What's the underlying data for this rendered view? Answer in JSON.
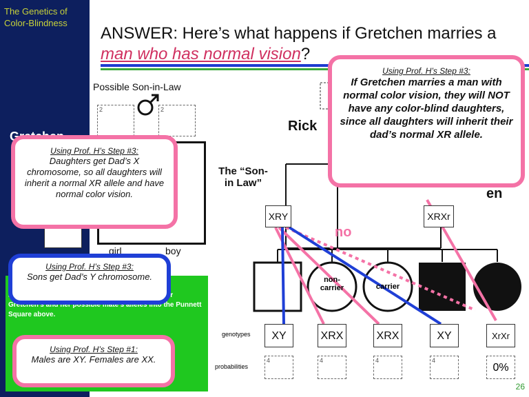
{
  "sidebar": {
    "title": "The Genetics of Color-Blindness",
    "slide_number": "26",
    "side_label": "Gretchen"
  },
  "title": {
    "prefix": "ANSWER: Here’s what happens if Gretchen marries a ",
    "link": "man who has normal vision",
    "suffix": "?"
  },
  "punnett": {
    "heading": "Possible Son-in-Law",
    "cell_numbers": [
      "2",
      "2"
    ],
    "row_labels": [
      "girl",
      "boy"
    ]
  },
  "pedigree": {
    "rick_label": "Rick",
    "son_in_law_label": "The “Son-\nin Law”",
    "partial_name": "en",
    "son_in_law_genotype": "XRY",
    "gretchen_genotype": "XRXr",
    "no_label": "no",
    "children_labels": [
      "non-\ncarrier",
      "carrier"
    ],
    "genotypes_label": "genotypes",
    "probabilities_label": "probabilities",
    "child_genotypes": [
      "XY",
      "XRX",
      "XRX",
      "XY",
      "XrXr"
    ],
    "child_probabilities": [
      "4",
      "4",
      "4",
      "4",
      "0%"
    ]
  },
  "callouts": {
    "top_right": {
      "heading": "Using Prof. H’s Step #3:",
      "body": "If Gretchen marries a man with normal color vision, they will NOT have any color-blind daughters, since all daughters will inherit their dad’s normal XR allele."
    },
    "daughters": {
      "heading": "Using Prof. H’s Step #3:",
      "body": "Daughters get Dad’s X chromosome, so all daughters will inherit a normal XR allele and have normal color vision."
    },
    "sons": {
      "heading": "Using Prof. H’s Step #3:",
      "body": "Sons get Dad’s Y chromosome."
    },
    "males_females": {
      "heading": "Using Prof. H’s Step #1:",
      "body": "Males are XY. Females are XX."
    }
  },
  "green_box": {
    "text": "in Law” and Gretchen’s possible children. 2: Enter Gretchen’s and her possible mate’s alleles into the Punnett Square above."
  },
  "colors": {
    "sidebar": "#0d1f5e",
    "pink": "#f472a6",
    "blue": "#1f3fd6",
    "green": "#1fc81f"
  }
}
